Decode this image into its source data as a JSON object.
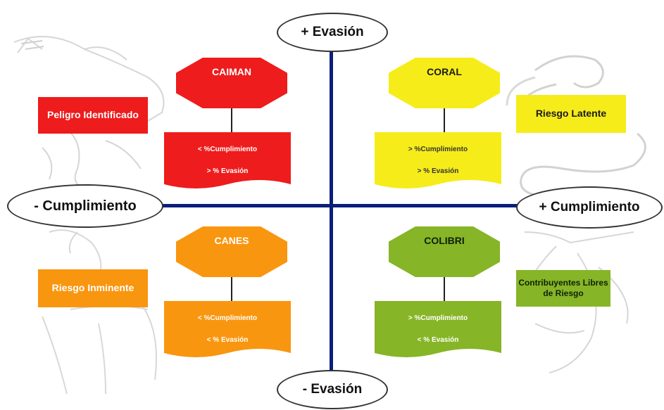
{
  "axes": {
    "top": "+ Evasión",
    "bottom": "- Evasión",
    "left": "- Cumplimiento",
    "right": "+ Cumplimiento"
  },
  "quadrants": {
    "caiman": {
      "name": "CAIMAN",
      "line1": "< %Cumplimiento",
      "line2": "> % Evasión",
      "label": "Peligro Identificado",
      "color": "#ee1c1c"
    },
    "coral": {
      "name": "CORAL",
      "line1": "> %Cumplimiento",
      "line2": "> % Evasión",
      "label": "Riesgo Latente",
      "color": "#f6ec1a"
    },
    "canes": {
      "name": "CANES",
      "line1": "< %Cumplimiento",
      "line2": "< % Evasión",
      "label": "Riesgo Inminente",
      "color": "#f9960f"
    },
    "colibri": {
      "name": "COLIBRI",
      "line1": "> %Cumplimiento",
      "line2": "< % Evasión",
      "label": "Contribuyentes Libres de Riesgo",
      "color": "#86b527"
    }
  },
  "axis_color": "#0a1f7a",
  "background_art": [
    "crocodile-sketch",
    "snake-sketch",
    "dog-sketch",
    "hummingbird-sketch"
  ]
}
